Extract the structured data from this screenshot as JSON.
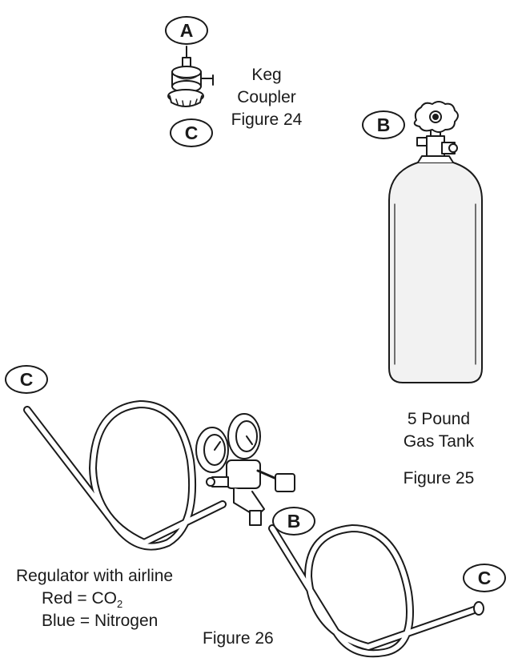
{
  "callouts": {
    "a": "A",
    "b": "B",
    "c": "C"
  },
  "figure24": {
    "line1": "Keg",
    "line2": "Coupler",
    "line3": "Figure 24"
  },
  "figure25": {
    "line1": "5 Pound",
    "line2": "Gas Tank",
    "line3": "Figure 25"
  },
  "figure26": {
    "line1": "Regulator with airline",
    "line2_prefix": "Red = CO",
    "line2_sub": "2",
    "line3": "Blue = Nitrogen",
    "caption": "Figure 26"
  },
  "colors": {
    "ink": "#1a1a1a",
    "background": "#ffffff",
    "tank_fill": "#f2f2f2"
  }
}
